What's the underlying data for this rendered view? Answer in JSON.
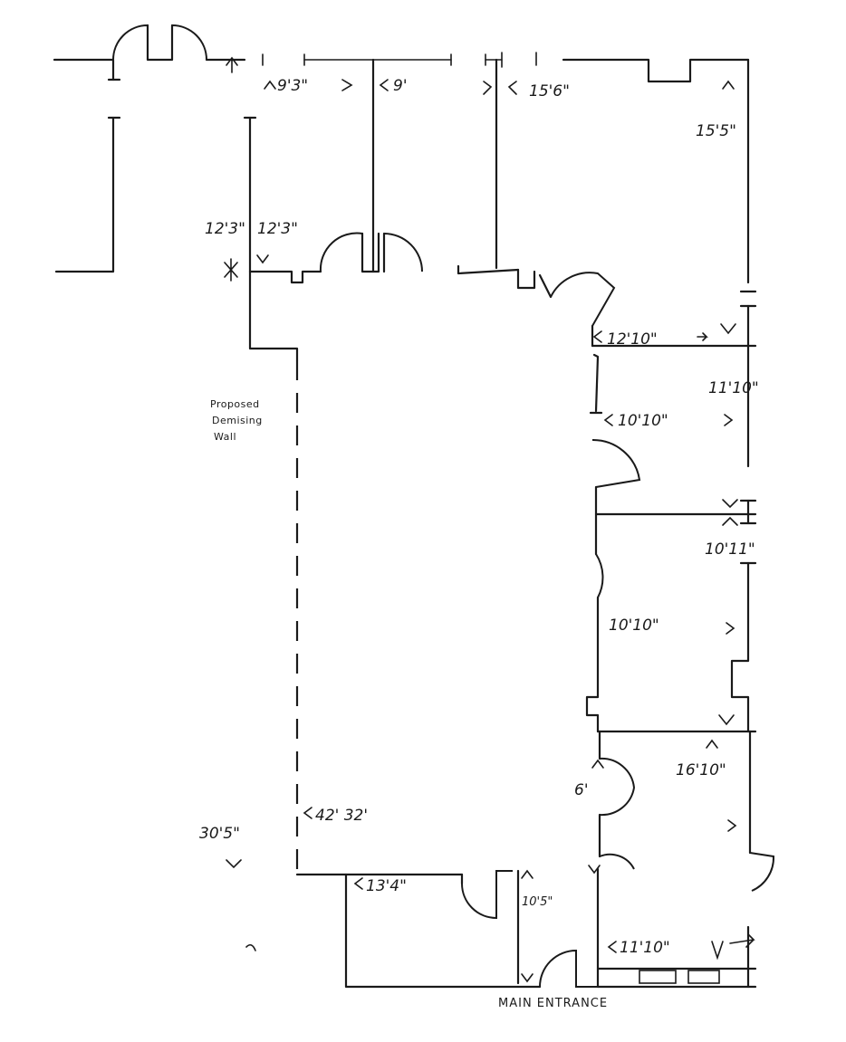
{
  "dimensions": {
    "d_9_3": "9'3\"",
    "d_9": "9'",
    "d_15_6": "15'6\"",
    "d_15_5": "15'5\"",
    "d_12_3_left": "12'3\"",
    "d_12_3_right": "12'3\"",
    "d_12_10": "12'10\"",
    "d_11_10_side": "11'10\"",
    "d_10_10_a": "10'10\"",
    "d_10_11": "10'11\"",
    "d_10_10_b": "10'10\"",
    "d_16_10": "16'10\"",
    "d_6": "6'",
    "d_30_5": "30'5\"",
    "d_42_32": "42' 32'",
    "d_13_4": "13'4\"",
    "d_10_5": "10'5\"",
    "d_11_10_bottom": "11'10\""
  },
  "labels": {
    "demising_line1": "Proposed",
    "demising_line2": "Demising",
    "demising_line3": "Wall",
    "main_entrance": "MAIN ENTRANCE"
  }
}
